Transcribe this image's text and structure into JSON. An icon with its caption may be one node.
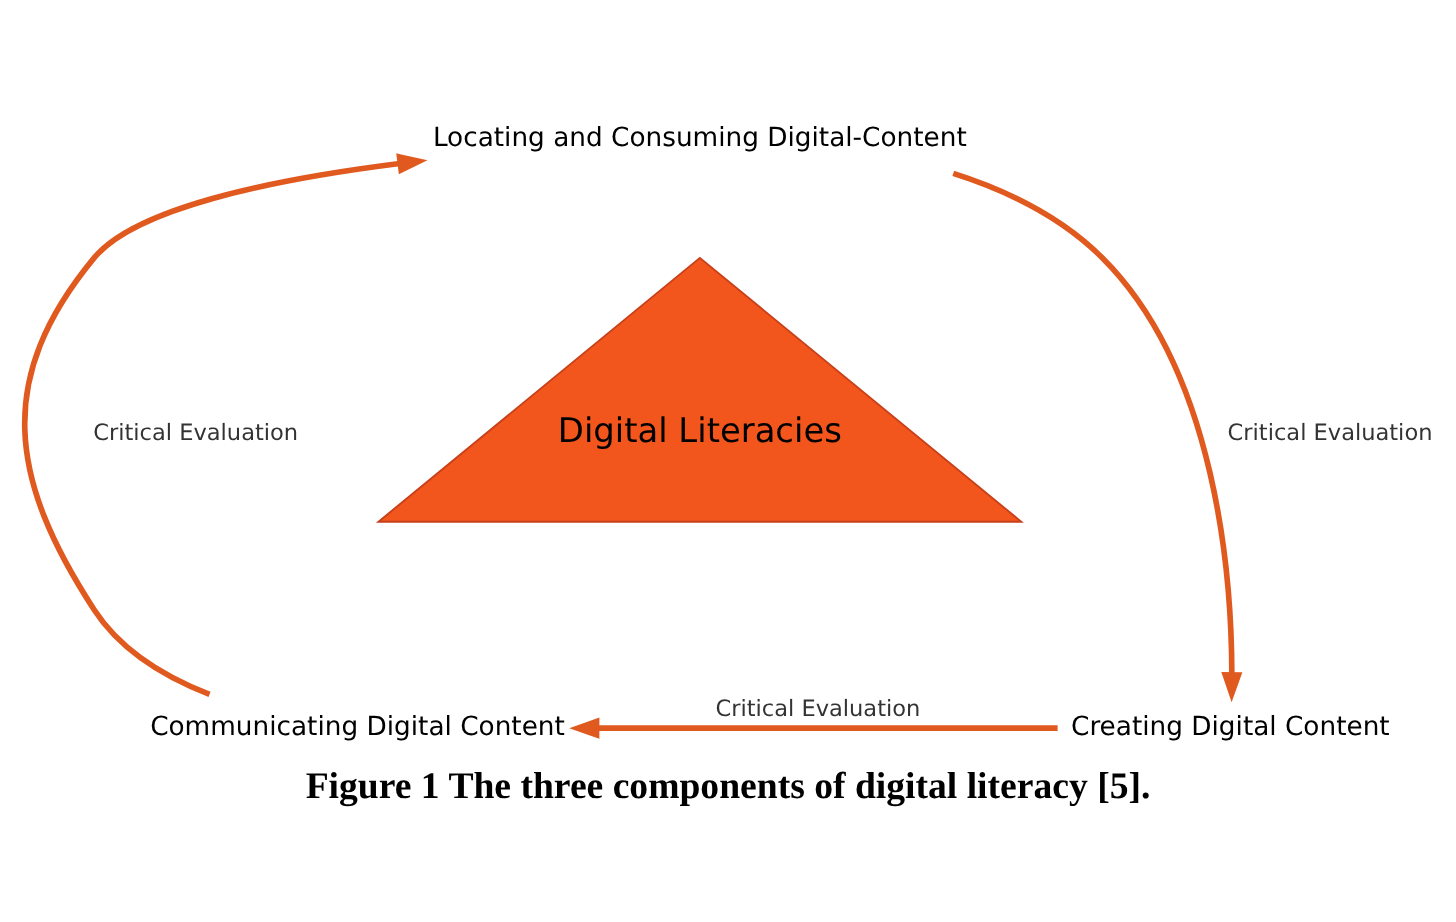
{
  "diagram": {
    "caption": "Figure 1 The three components of digital literacy [5].",
    "nodes": [
      {
        "text": [
          "Locating and Consuming Digital-Content"
        ]
      },
      {
        "text": [
          "Digital Literacies"
        ]
      },
      {
        "text": [
          "Communicating Digital Content"
        ]
      },
      {
        "text": [
          "Creating Digital Content"
        ]
      }
    ],
    "edges": [
      {
        "from": 2,
        "to": 0,
        "arrow": "to",
        "label": "Critical Evaluation"
      },
      {
        "from": 0,
        "to": 3,
        "arrow": "to",
        "label": "Critical Evaluation"
      },
      {
        "from": 3,
        "to": 2,
        "arrow": "to",
        "label": "Critical Evaluation"
      }
    ]
  }
}
